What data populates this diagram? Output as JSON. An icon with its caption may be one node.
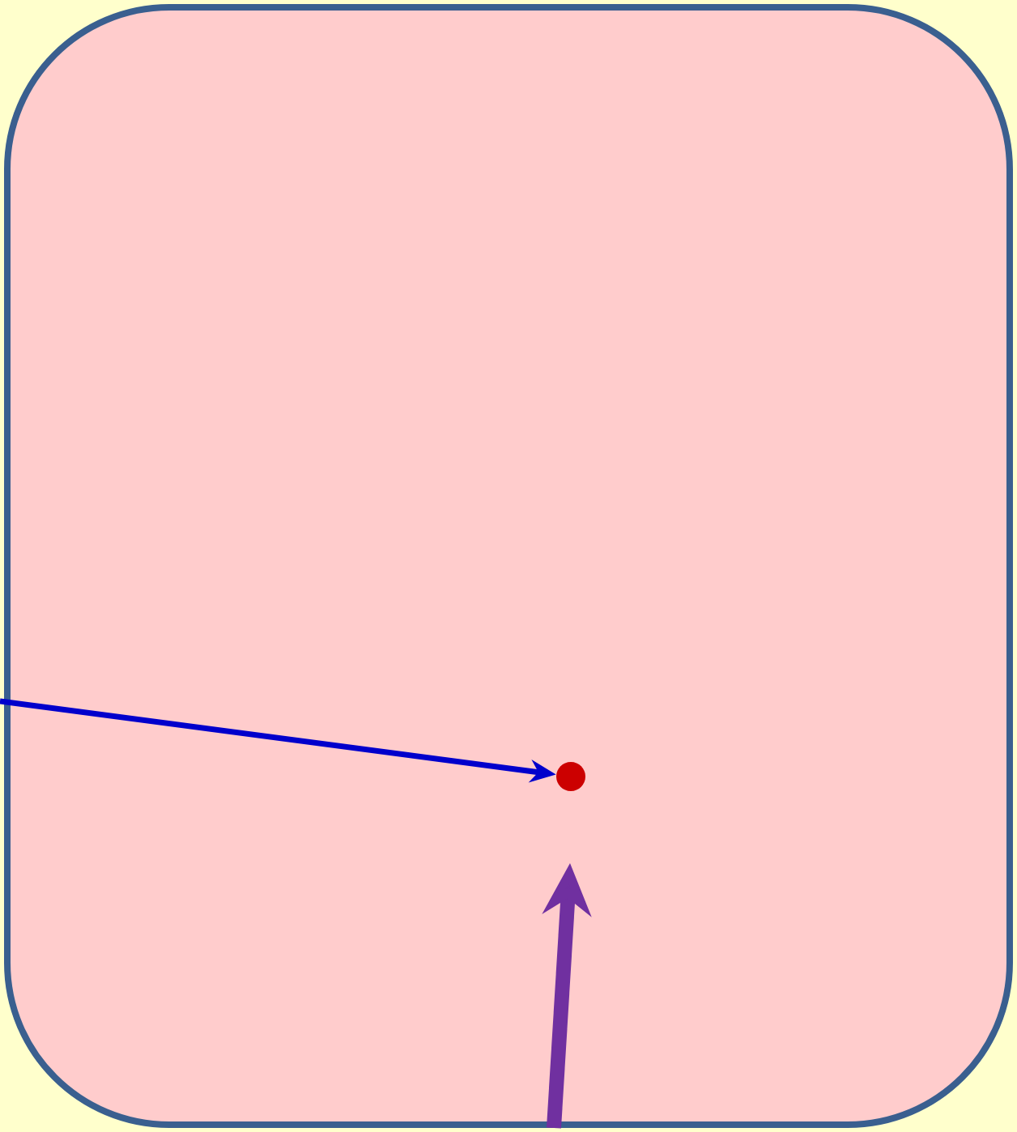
{
  "diagram": {
    "nodes": [
      {
        "text": [],
        "shape": "box"
      },
      {
        "text": [],
        "shape": "circle",
        "in": 0
      }
    ],
    "edges": [
      {
        "from": null,
        "to": 1,
        "arrow": "to",
        "color": "#0000cc"
      },
      {
        "from": 0,
        "to": null,
        "arrow": "to",
        "style": "thick",
        "color": "#7030a0"
      }
    ]
  }
}
